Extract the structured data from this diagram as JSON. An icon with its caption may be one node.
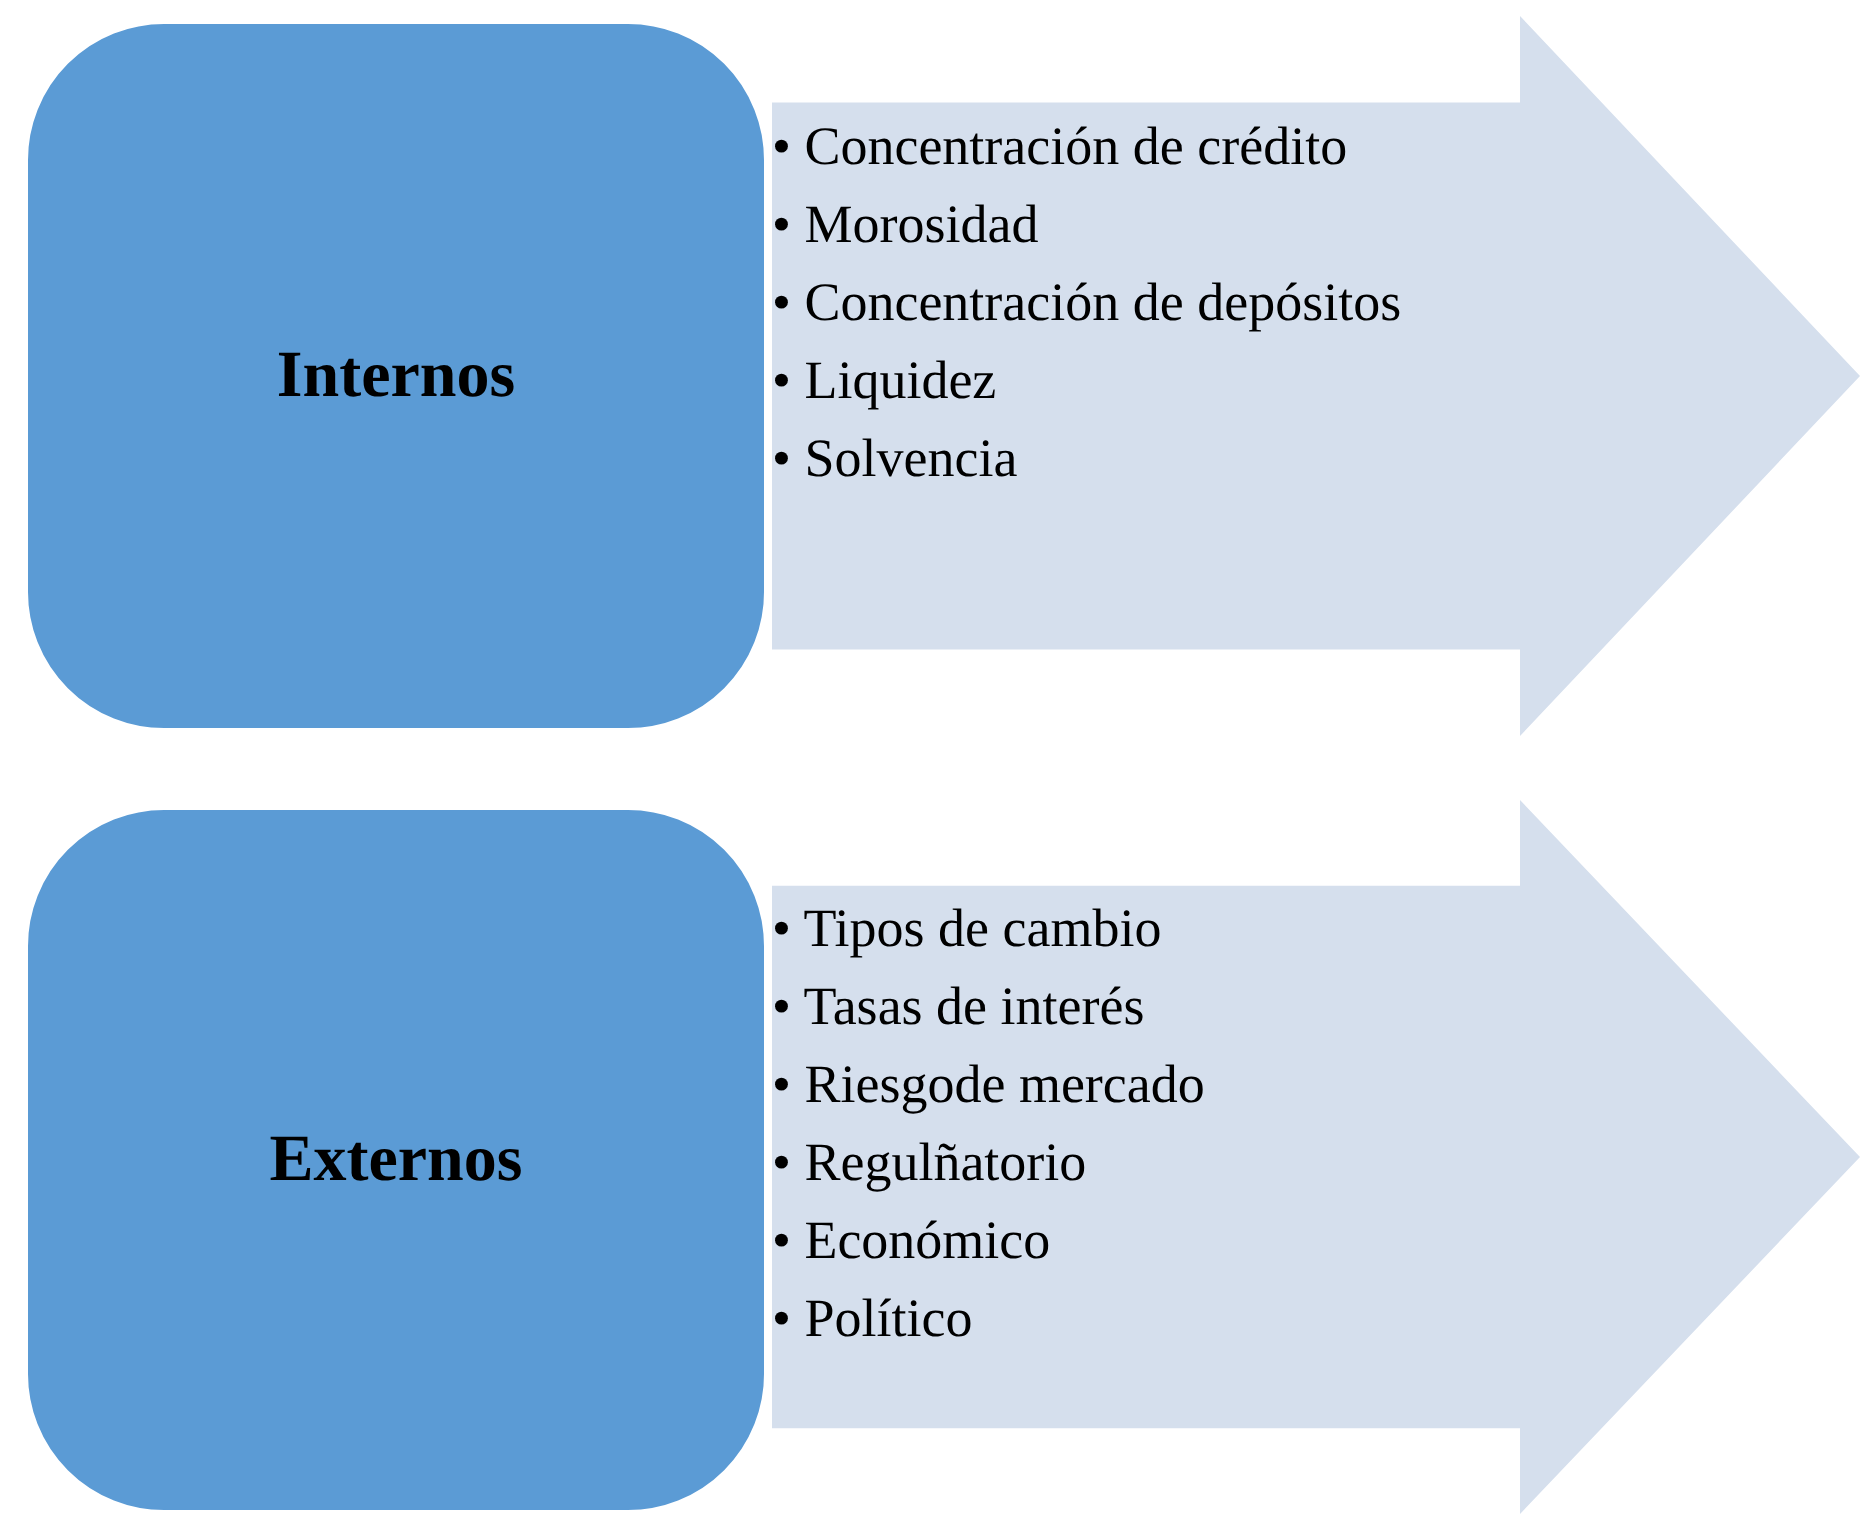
{
  "diagram": {
    "nodes": [
      {
        "text": [
          "Internos"
        ]
      },
      {
        "text": [
          "• Concentración de crédito",
          "• Morosidad",
          "• Concentración de depósitos",
          "• Liquidez",
          "• Solvencia"
        ]
      },
      {
        "text": [
          "Externos"
        ]
      },
      {
        "text": [
          "• Tipos de cambio",
          "• Tasas de interés",
          "• Riesgode mercado",
          "• Regulñatorio",
          "• Económico",
          "• Político"
        ]
      }
    ]
  }
}
